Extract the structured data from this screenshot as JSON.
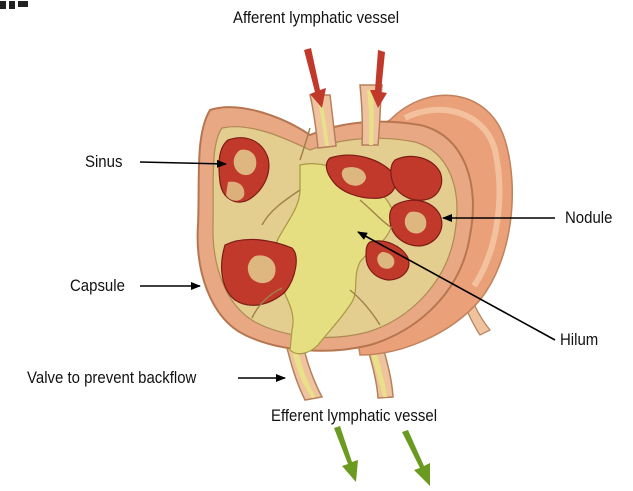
{
  "labels": {
    "afferent": "Afferent lymphatic vessel",
    "sinus": "Sinus",
    "nodule": "Nodule",
    "capsule": "Capsule",
    "hilum": "Hilum",
    "valve": "Valve to prevent backflow",
    "efferent": "Efferent lymphatic vessel"
  },
  "colors": {
    "capsule_outer": "#e9a27c",
    "capsule_light": "#f3c6a3",
    "cortex": "#e6cf95",
    "nodule": "#c0392b",
    "nodule_dark": "#8e1e1a",
    "medulla": "#e8e07a",
    "afferent_arrow": "#c0392b",
    "efferent_arrow": "#6a9a1f",
    "pointer": "#000000"
  }
}
